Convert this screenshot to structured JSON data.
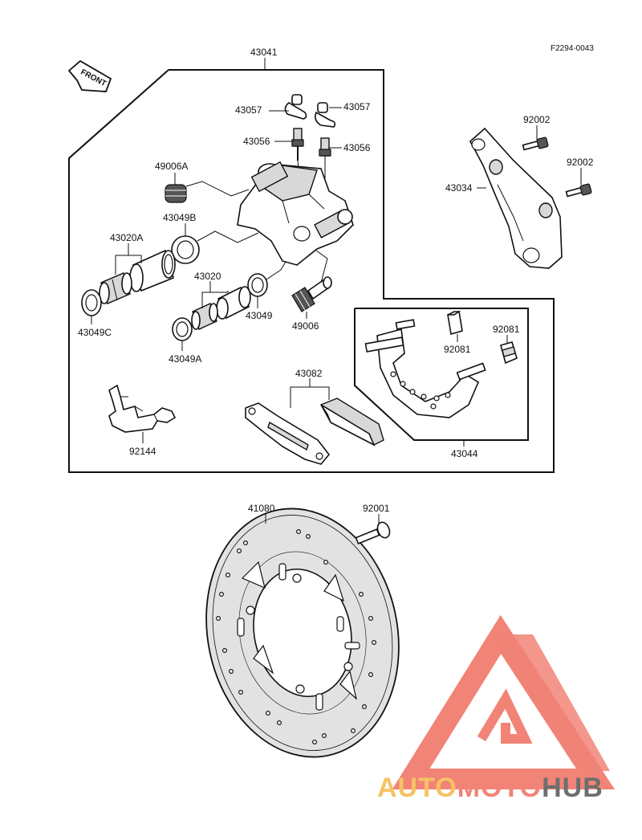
{
  "figure_code": "F2294-0043",
  "front_label": "FRONT",
  "parts": {
    "p43041": "43041",
    "p43057a": "43057",
    "p43057b": "43057",
    "p43056a": "43056",
    "p43056b": "43056",
    "p49006A": "49006A",
    "p43049B": "43049B",
    "p43020A": "43020A",
    "p43020": "43020",
    "p43049": "43049",
    "p49006": "49006",
    "p43049C": "43049C",
    "p43049A": "43049A",
    "p92144": "92144",
    "p43082": "43082",
    "p43044": "43044",
    "p92081a": "92081",
    "p92081b": "92081",
    "p92002a": "92002",
    "p92002b": "92002",
    "p43034": "43034",
    "p41080": "41080",
    "p92001": "92001"
  },
  "watermark": {
    "part1": "AUTO",
    "part2": "MOTO",
    "part3": "HUB",
    "color1": "#f5b84a",
    "color2": "#ef6f5f",
    "color3": "#555555"
  }
}
